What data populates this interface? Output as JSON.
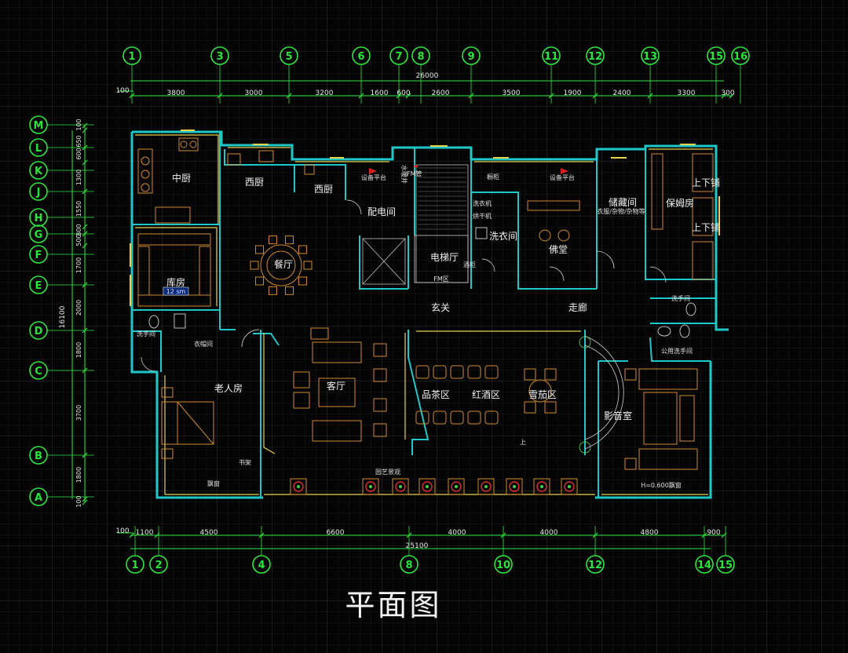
{
  "title": "平面图",
  "axes": {
    "top": [
      "1",
      "3",
      "5",
      "6",
      "7",
      "8",
      "9",
      "11",
      "12",
      "13",
      "15",
      "16"
    ],
    "bottom": [
      "1",
      "2",
      "4",
      "8",
      "10",
      "12",
      "14",
      "15"
    ],
    "left": [
      "M",
      "L",
      "K",
      "J",
      "H",
      "G",
      "F",
      "E",
      "D",
      "C",
      "B",
      "A"
    ]
  },
  "dimensions": {
    "top_total": "26000",
    "top_offset": "100",
    "top_segments": [
      "3800",
      "3000",
      "3200",
      "1600",
      "600",
      "2600",
      "3500",
      "1900",
      "2400",
      "3300",
      "300"
    ],
    "bottom_total": "25100",
    "bottom_offset": "100",
    "bottom_segments": [
      "1100",
      "4500",
      "6600",
      "4000",
      "4000",
      "4800",
      "900"
    ],
    "left_total": "16100",
    "left_segments": [
      "100",
      "650",
      "600",
      "1300",
      "1550",
      "300",
      "500",
      "1700",
      "2000",
      "1800",
      "3700",
      "1800",
      "100"
    ]
  },
  "rooms": {
    "kitchen_cn": "中厨",
    "western_kitchen_1": "西厨",
    "western_kitchen_2": "西厨",
    "equipment_platform_1": "设备平台",
    "equipment_platform_2": "设备平台",
    "water_shaft": "水暖井",
    "fm_shaft": "FM管",
    "distribution_room": "配电间",
    "elevator_hall": "电梯厅",
    "laundry": "洗衣间",
    "washer": "洗衣机",
    "dryer": "烘干机",
    "buddha_hall": "佛堂",
    "storage": "储藏间",
    "storage_note": "衣服/杂物/杂物等",
    "nanny_room": "保姆房",
    "bunk_1": "上下铺",
    "bunk_2": "上下铺",
    "warehouse": "库房",
    "warehouse_area": "12 sm",
    "dining": "餐厅",
    "foyer": "玄关",
    "corridor": "走廊",
    "washroom_1": "洗手间",
    "washroom_2": "洗手间",
    "public_washroom": "公用洗手间",
    "wardrobe": "衣帽间",
    "elder_room": "老人房",
    "living_room": "客厅",
    "tea_area": "品茶区",
    "wine_area": "红酒区",
    "cigar_area": "雪茄区",
    "theater": "影音室",
    "garden_view": "园艺景观",
    "window_1": "飘窗",
    "window_2": "H=0.600飘窗",
    "bookshelf": "书架",
    "up": "上",
    "fm_label": "FM区",
    "cabinet": "橱柜",
    "sink": "酒柜"
  }
}
